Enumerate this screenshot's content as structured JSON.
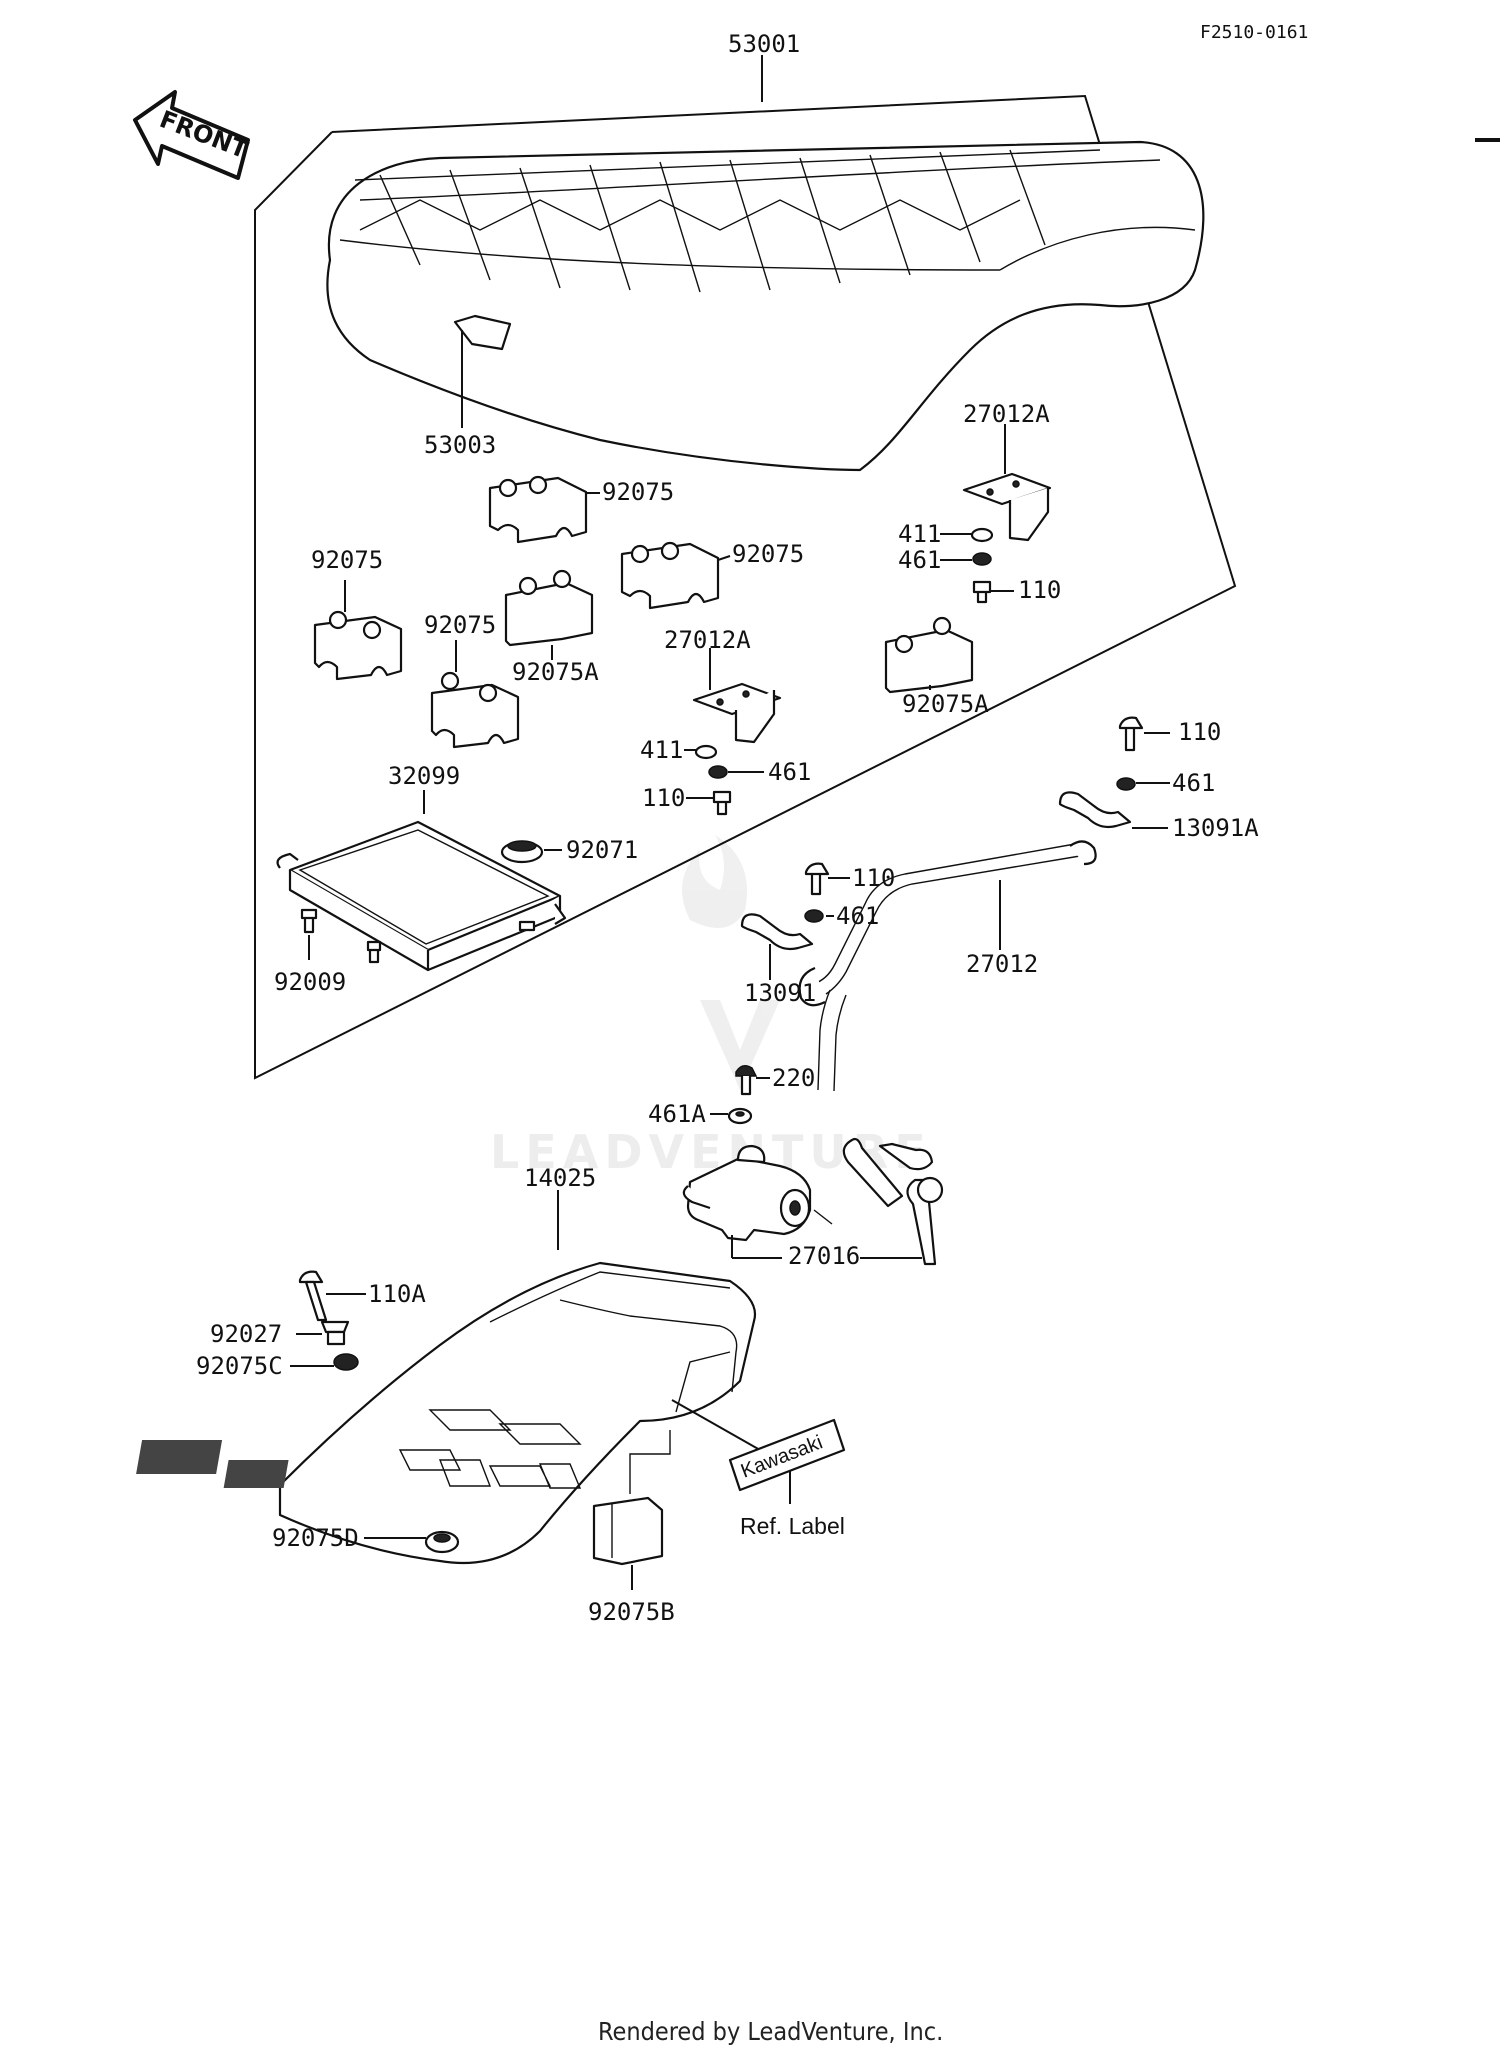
{
  "diagram_id": "F2510-0161",
  "front_label": "FRONT",
  "watermark": "LEADVENTURE",
  "footer": "Rendered by LeadVenture, Inc.",
  "callouts": {
    "seat": "53001",
    "strap": "53003",
    "damper_a": "92075",
    "damper_b": "92075",
    "damper_c": "92075",
    "damper_d": "92075",
    "damper_e": "92075A",
    "damper_f": "92075A",
    "bracket_right": "27012A",
    "washer_411_r": "411",
    "washer_461_r": "461",
    "bolt_110_r": "110",
    "bracket_mid": "27012A",
    "washer_411_m": "411",
    "washer_461_m": "461",
    "bolt_110_m": "110",
    "tray": "32099",
    "grommet": "92071",
    "bolt_tray": "92009",
    "bolt_110_top": "110",
    "washer_461_top": "461",
    "clamp_a": "13091A",
    "bolt_110_clamp": "110",
    "washer_461_clamp": "461",
    "clamp": "13091",
    "rod": "27012",
    "screw_220": "220",
    "washer_461a": "461A",
    "cover": "14025",
    "lock_set": "27016",
    "bolt_110a": "110A",
    "collar": "92027",
    "damper_92075c": "92075C",
    "damper_92075d": "92075D",
    "damper_92075b": "92075B",
    "ref_label": "Ref.  Label",
    "emblem_text": "Kawasaki"
  }
}
